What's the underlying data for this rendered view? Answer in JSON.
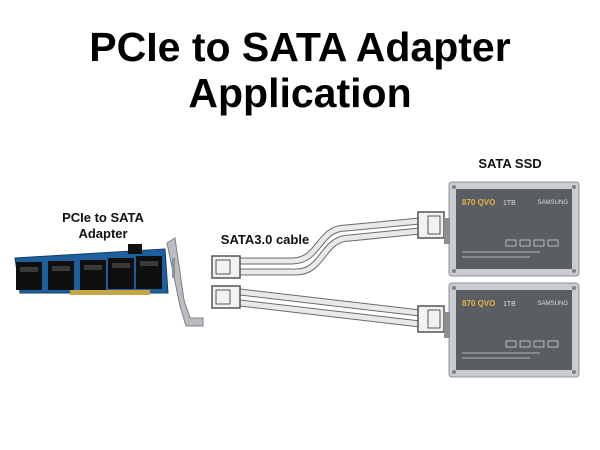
{
  "title": {
    "line1": "PCIe to SATA Adapter",
    "line2": "Application"
  },
  "labels": {
    "adapter_line1": "PCIe to SATA",
    "adapter_line2": "Adapter",
    "cable": "SATA3.0 cable",
    "ssd": "SATA SSD"
  },
  "ssd_top": {
    "model": "870 QVO",
    "capacity": "1TB",
    "brand": "SAMSUNG"
  },
  "ssd_bottom": {
    "model": "870 QVO",
    "capacity": "1TB",
    "brand": "SAMSUNG"
  },
  "colors": {
    "pcb": "#1f5f9e",
    "port": "#0f0f0f",
    "bracket": "#b9bdc2",
    "ssd_body": "#5a5d61",
    "ssd_frame": "#c9cdd1",
    "cable": "#e9e9e9",
    "model_accent": "#e8b04b"
  }
}
